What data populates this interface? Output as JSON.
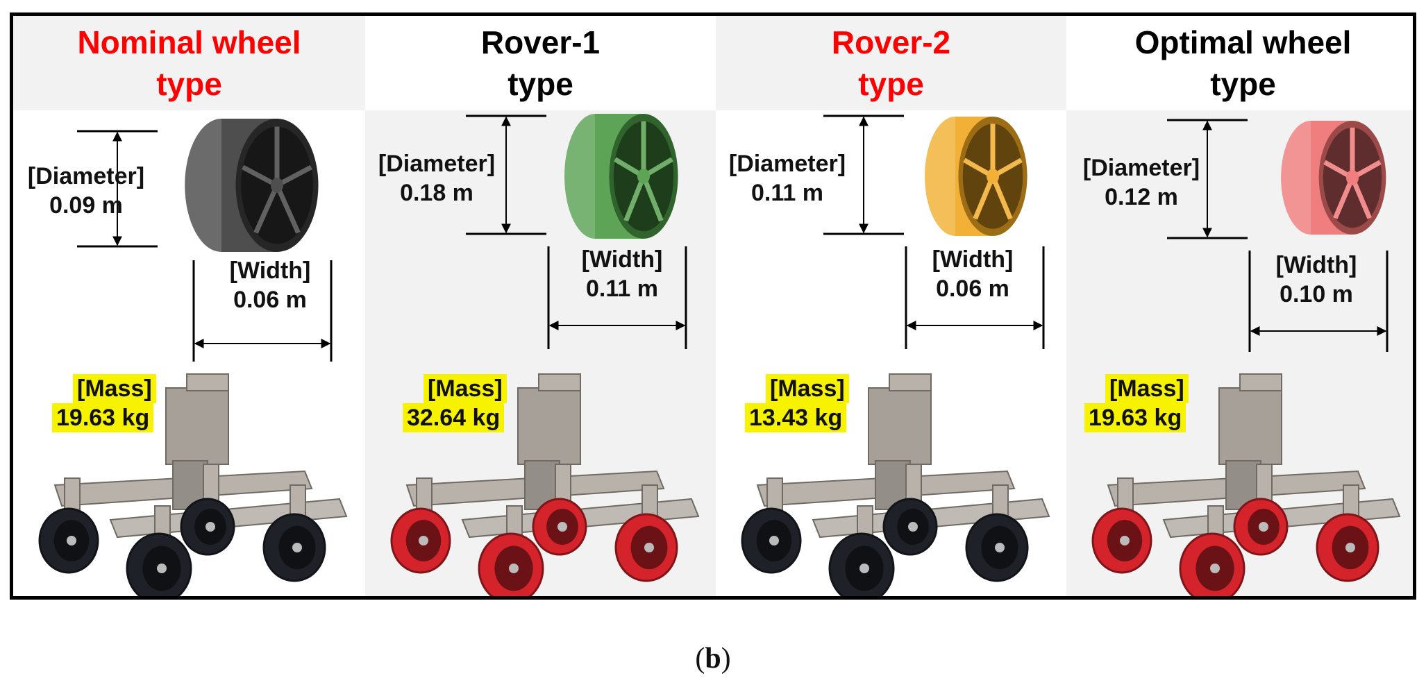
{
  "panels": [
    {
      "title_line1": "Nominal wheel",
      "title_line2": "type",
      "title_color": "#ff0000",
      "header_bg": "#f2f2f2",
      "body_bg": "#ffffff",
      "diameter_label": "[Diameter]",
      "diameter_value": "0.09 m",
      "width_label": "[Width]",
      "width_value": "0.06 m",
      "mass_label": "[Mass]",
      "mass_value": "19.63 kg",
      "wheel_color": "#3a3a3a",
      "rover_wheel_color": "#1e2228"
    },
    {
      "title_line1": "Rover-1",
      "title_line2": "type",
      "title_color": "#000000",
      "header_bg": "#ffffff",
      "body_bg": "#f2f2f2",
      "diameter_label": "[Diameter]",
      "diameter_value": "0.18 m",
      "width_label": "[Width]",
      "width_value": "0.11 m",
      "mass_label": "[Mass]",
      "mass_value": "32.64 kg",
      "wheel_color": "#4c9a44",
      "rover_wheel_color": "#d4232a"
    },
    {
      "title_line1": "Rover-2",
      "title_line2": "type",
      "title_color": "#ff0000",
      "header_bg": "#f2f2f2",
      "body_bg": "#ffffff",
      "diameter_label": "[Diameter]",
      "diameter_value": "0.11 m",
      "width_label": "[Width]",
      "width_value": "0.06 m",
      "mass_label": "[Mass]",
      "mass_value": "13.43 kg",
      "wheel_color": "#f0a820",
      "rover_wheel_color": "#1e2228"
    },
    {
      "title_line1": "Optimal wheel",
      "title_line2": "type",
      "title_color": "#000000",
      "header_bg": "#ffffff",
      "body_bg": "#f2f2f2",
      "diameter_label": "[Diameter]",
      "diameter_value": "0.12 m",
      "width_label": "[Width]",
      "width_value": "0.10 m",
      "mass_label": "[Mass]",
      "mass_value": "19.63 kg",
      "wheel_color": "#ee7070",
      "rover_wheel_color": "#d4232a"
    }
  ],
  "caption": {
    "open": "(",
    "letter": "b",
    "close": ")"
  },
  "colors": {
    "mass_highlight": "#f6f200",
    "rover_body": "#b8b2aa",
    "border": "#000000"
  }
}
